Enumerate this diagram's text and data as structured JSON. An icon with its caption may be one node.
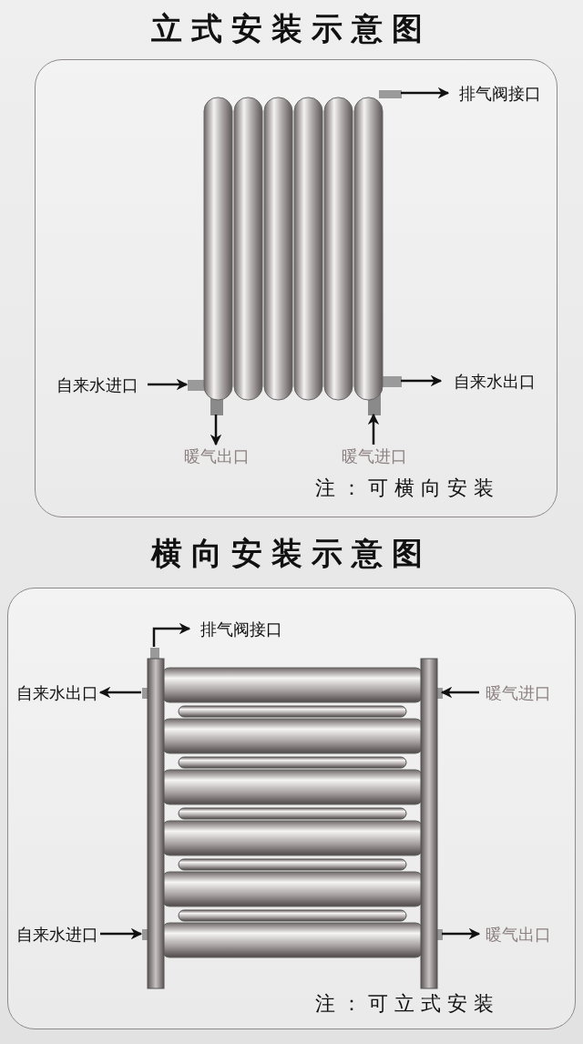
{
  "diagram": {
    "nodes": [
      {
        "text": [
          "注：可横向安装"
        ]
      },
      {
        "text": [],
        "shape": "picture",
        "in": 0
      },
      {
        "text": [
          "排气阀接口"
        ],
        "in": 0
      },
      {
        "text": [
          "自来水进口"
        ],
        "in": 0
      },
      {
        "text": [
          "自来水出口"
        ],
        "in": 0
      },
      {
        "text": [
          "暖气出口"
        ],
        "in": 0
      },
      {
        "text": [
          "暖气进口"
        ],
        "in": 0
      },
      {
        "text": [
          "注：可立式安装"
        ]
      },
      {
        "text": [],
        "shape": "picture",
        "in": 7
      },
      {
        "text": [
          "排气阀接口"
        ],
        "in": 7
      },
      {
        "text": [
          "自来水出口"
        ],
        "in": 7
      },
      {
        "text": [
          "暖气进口"
        ],
        "in": 7
      },
      {
        "text": [
          "自来水进口"
        ],
        "in": 7
      },
      {
        "text": [
          "暖气出口"
        ],
        "in": 7
      }
    ],
    "edges": [
      {
        "from": 1,
        "to": 2,
        "arrow": "to"
      },
      {
        "from": 3,
        "to": 1,
        "arrow": "to"
      },
      {
        "from": 1,
        "to": 4,
        "arrow": "to"
      },
      {
        "from": 1,
        "to": 5,
        "arrow": "to"
      },
      {
        "from": 6,
        "to": 1,
        "arrow": "to"
      },
      {
        "from": 8,
        "to": 9,
        "arrow": "to"
      },
      {
        "from": 8,
        "to": 10,
        "arrow": "to"
      },
      {
        "from": 11,
        "to": 8,
        "arrow": "to"
      },
      {
        "from": 12,
        "to": 8,
        "arrow": "to"
      },
      {
        "from": 8,
        "to": 13,
        "arrow": "to"
      }
    ],
    "labels": [
      "立式安装示意图",
      "横向安装示意图"
    ]
  }
}
